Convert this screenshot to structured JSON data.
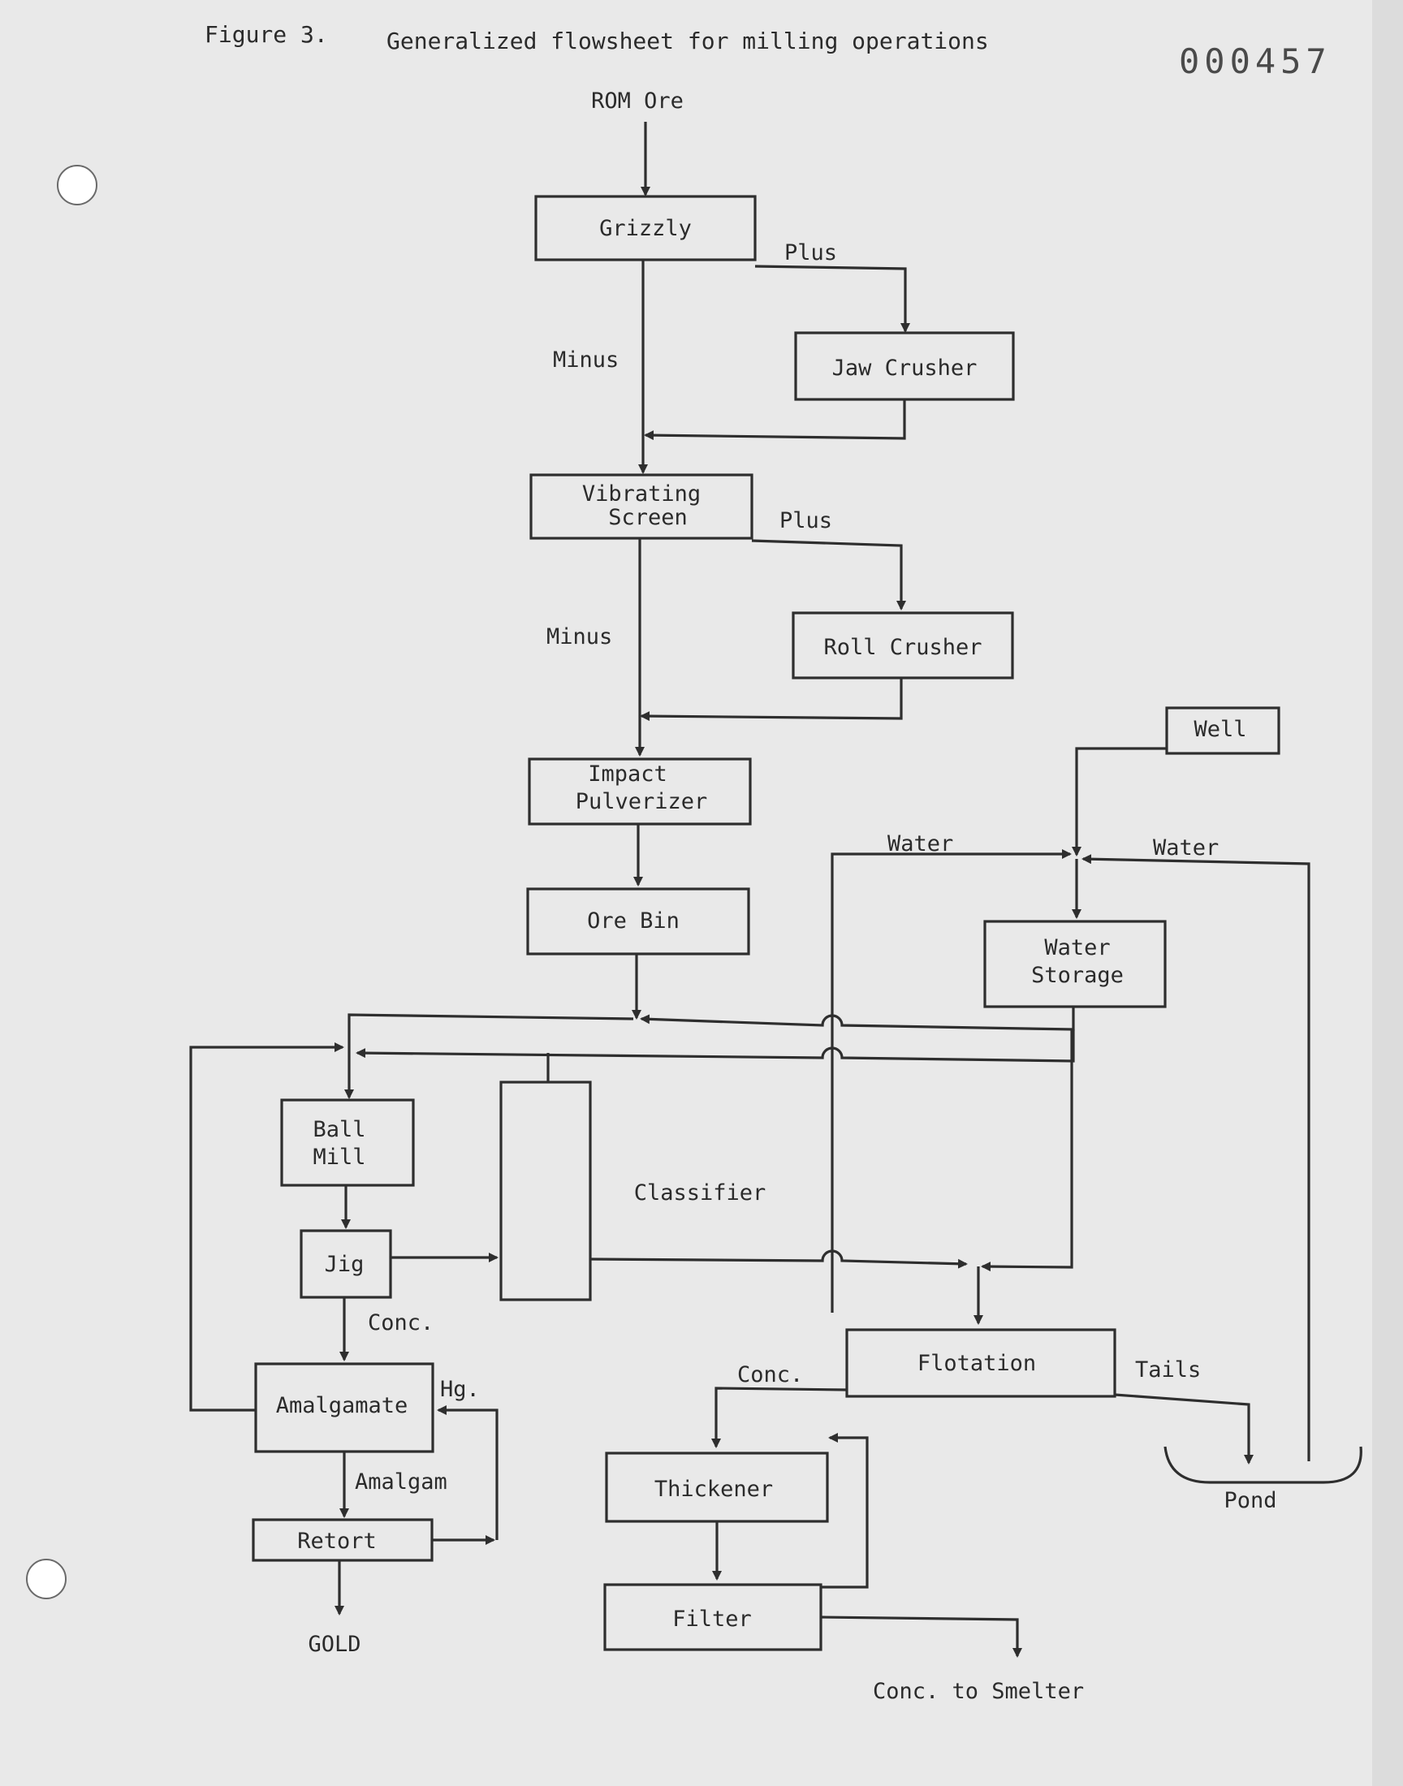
{
  "header": {
    "figure_label": "Figure 3.",
    "title": "Generalized flowsheet for milling operations",
    "doc_number": "000457"
  },
  "inputs": {
    "rom_ore": "ROM Ore"
  },
  "equipment": {
    "grizzly": "Grizzly",
    "jaw_crusher": "Jaw Crusher",
    "vibrating_screen": [
      "Vibrating",
      "Screen"
    ],
    "roll_crusher": "Roll Crusher",
    "impact_pulverizer": [
      "Impact",
      "Pulverizer"
    ],
    "ore_bin": "Ore Bin",
    "ball_mill": [
      "Ball",
      "Mill"
    ],
    "classifier": "Classifier",
    "jig": "Jig",
    "amalgamate": "Amalgamate",
    "retort": "Retort",
    "well": "Well",
    "water_storage": [
      "Water",
      "Storage"
    ],
    "flotation": "Flotation",
    "thickener": "Thickener",
    "filter": "Filter",
    "pond": "Pond"
  },
  "flow_labels": {
    "grizzly_plus": "Plus",
    "grizzly_minus": "Minus",
    "screen_plus": "Plus",
    "screen_minus": "Minus",
    "water_left": "Water",
    "water_right": "Water",
    "jig_conc": "Conc.",
    "hg": "Hg.",
    "amalgam": "Amalgam",
    "flotation_conc": "Conc.",
    "tails": "Tails"
  },
  "outputs": {
    "gold": "GOLD",
    "conc_to_smelter": "Conc. to Smelter"
  }
}
